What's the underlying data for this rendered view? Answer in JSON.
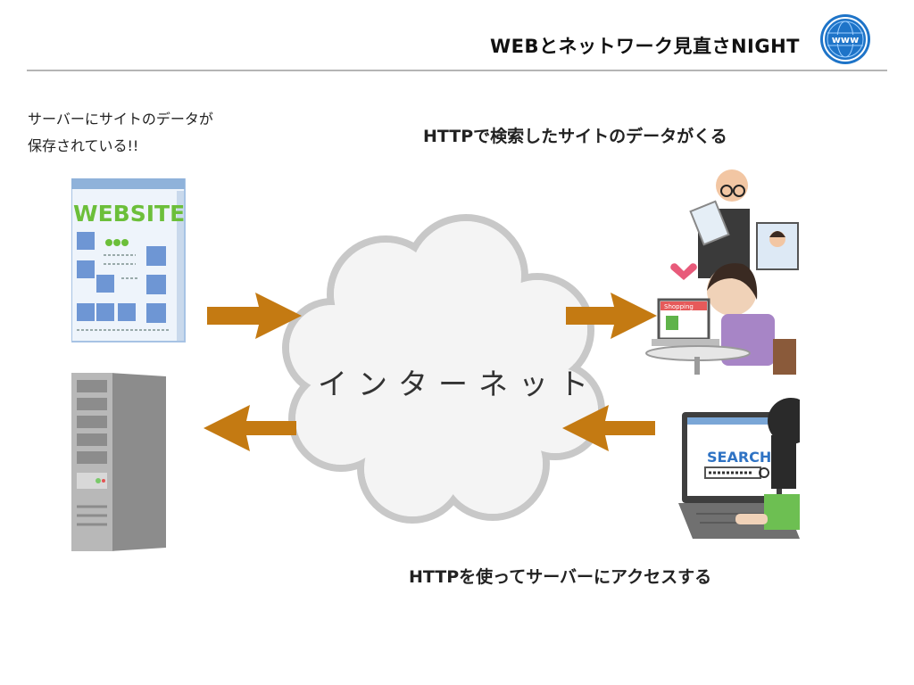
{
  "header": {
    "title": "WEBとネットワーク見直さNIGHT",
    "logo_text": "www"
  },
  "server_note": {
    "line1": "サーバーにサイトのデータが",
    "line2": "保存されている!!"
  },
  "captions": {
    "top": "HTTPで検索したサイトのデータがくる",
    "bottom": "HTTPを使ってサーバーにアクセスする"
  },
  "website_illustration": {
    "banner_text": "WEBSITE"
  },
  "cloud": {
    "label": "インターネット"
  },
  "shopping_illustration": {
    "screen_text": "Shopping"
  },
  "search_illustration": {
    "screen_text": "SEARCH"
  },
  "colors": {
    "arrow": "#c47a12",
    "logo_blue": "#1e74c8",
    "rule": "#b5b5b5"
  }
}
